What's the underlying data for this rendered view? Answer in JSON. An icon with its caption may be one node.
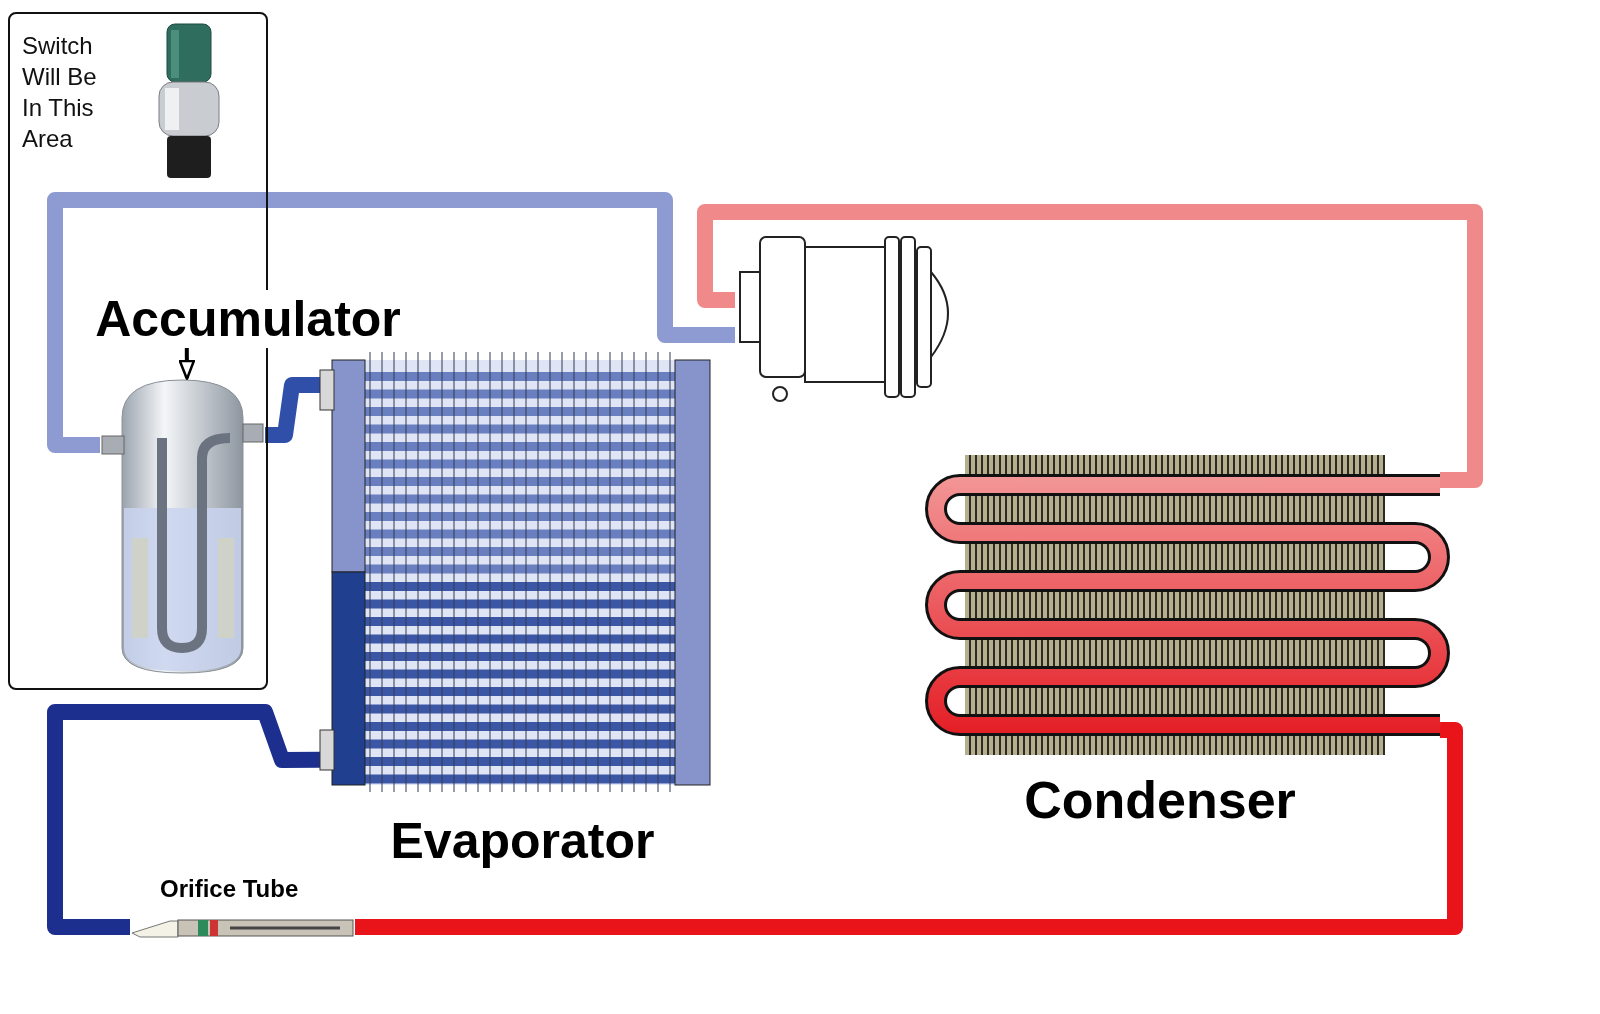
{
  "diagram": {
    "nodes": [
      {
        "text": [
          "Switch Will Be In This Area"
        ]
      },
      {
        "text": [],
        "shape": "picture",
        "in": 0
      },
      {
        "text": [
          "Accumulator"
        ]
      },
      {
        "text": [],
        "shape": "picture",
        "in": 0
      },
      {
        "text": [
          "Evaporator"
        ]
      },
      {
        "text": [],
        "shape": "picture"
      },
      {
        "text": [
          "Condenser"
        ]
      },
      {
        "text": [
          "Orifice Tube"
        ]
      }
    ],
    "edges": [
      {
        "from": 2,
        "to": 3,
        "arrow": "to"
      },
      {
        "from": 3,
        "to": 5,
        "arrow": "none",
        "color": "#8e9ad2"
      },
      {
        "from": 5,
        "to": 6,
        "arrow": "none",
        "color": "#f08a8a"
      },
      {
        "from": 6,
        "to": 7,
        "arrow": "none",
        "color": "#e8141a"
      },
      {
        "from": 7,
        "to": 4,
        "arrow": "none",
        "color": "#1c2f8f"
      },
      {
        "from": 4,
        "to": 3,
        "arrow": "none",
        "color": "#2f4fa8"
      }
    ]
  }
}
